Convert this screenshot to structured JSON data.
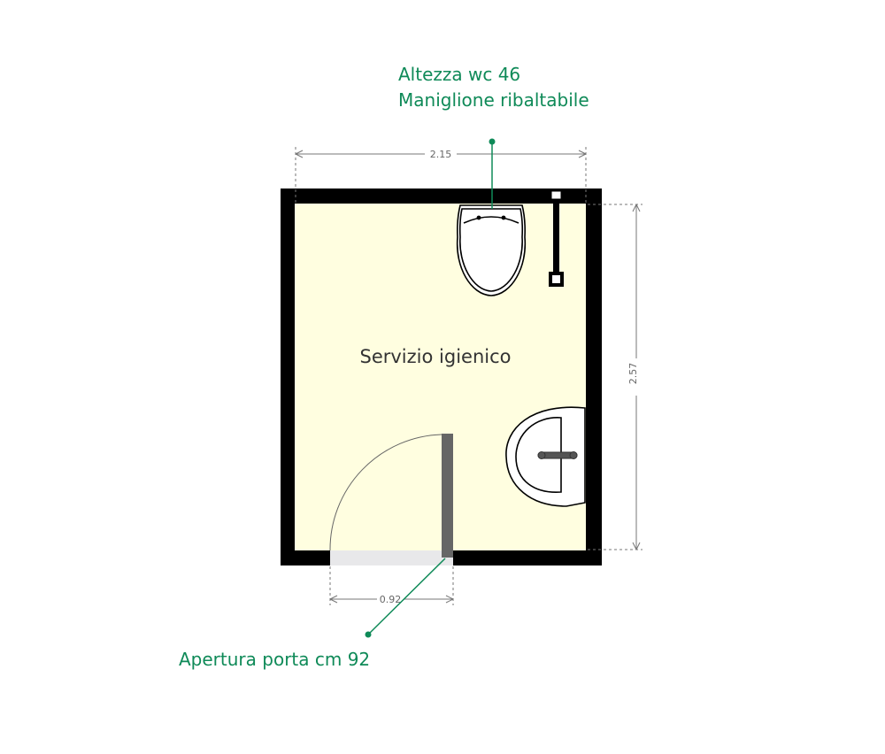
{
  "room": {
    "label": "Servizio igienico",
    "floor_color": "#fffee0",
    "wall_color": "#000000"
  },
  "annotations": {
    "wc": {
      "line1": "Altezza wc 46",
      "line2": "Maniglione ribaltabile"
    },
    "door": {
      "text": "Apertura porta cm 92"
    },
    "color": "#0f8a58"
  },
  "dimensions": {
    "width": "2.15",
    "height": "2.57",
    "door": "0.92"
  }
}
